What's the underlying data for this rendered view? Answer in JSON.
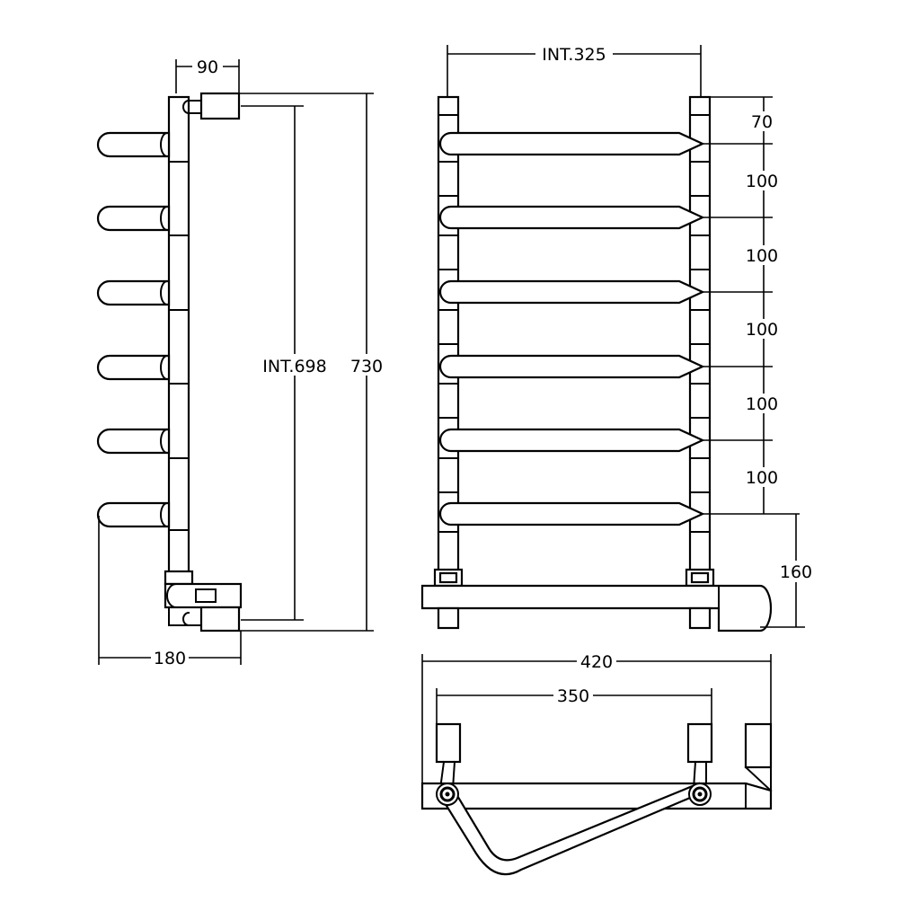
{
  "side_view": {
    "top_depth": "90",
    "overall_depth": "180",
    "internal_height": "INT.698",
    "overall_height": "730"
  },
  "front_view": {
    "internal_width": "INT.325",
    "top_offset": "70",
    "rail_pitch": [
      "100",
      "100",
      "100",
      "100",
      "100"
    ],
    "bottom_height": "160"
  },
  "plan_view": {
    "overall_width": "420",
    "fixing_centres": "350"
  }
}
